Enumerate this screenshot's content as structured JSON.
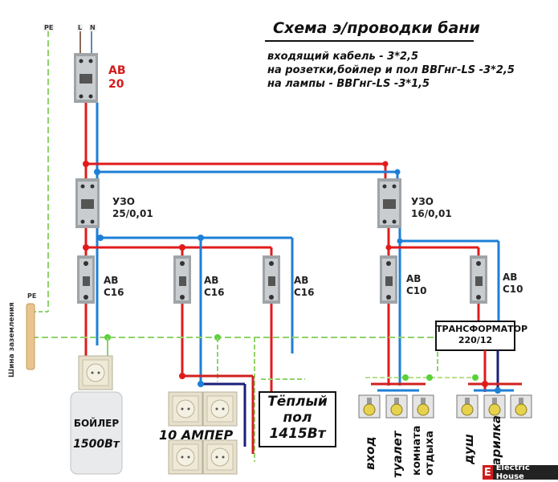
{
  "title": "Схема э/проводки бани",
  "specs": [
    "входящий кабель - 3*2,5",
    "на розетки,бойлер и пол ВВГнг-LS -3*2,5",
    "на лампы - ВВГнг-LS -3*1,5"
  ],
  "inputs": {
    "pe": "PE",
    "l": "L",
    "n": "N"
  },
  "main_breaker": {
    "line1": "АВ",
    "line2": "20"
  },
  "rcd_left": {
    "line1": "УЗО",
    "line2": "25/0,01"
  },
  "rcd_right": {
    "line1": "УЗО",
    "line2": "16/0,01"
  },
  "breakers": [
    {
      "line1": "АВ",
      "line2": "С16"
    },
    {
      "line1": "АВ",
      "line2": "С16"
    },
    {
      "line1": "АВ",
      "line2": "С16"
    },
    {
      "line1": "АВ",
      "line2": "С10"
    },
    {
      "line1": "АВ",
      "line2": "С10"
    }
  ],
  "ground_bus": {
    "label": "PE",
    "caption": "Шина заземления"
  },
  "transformer": {
    "line1": "ТРАНСФОРМАТОР",
    "line2": "220/12"
  },
  "boiler": {
    "line1": "БОЙЛЕР",
    "line2": "1500Вт"
  },
  "sockets_label": "10 АМПЕР",
  "floor": {
    "line1": "Тёплый",
    "line2": "пол",
    "line3": "1415Вт"
  },
  "lamps": [
    "вход",
    "туалет",
    "комната",
    "отдыха",
    "душ",
    "парилка"
  ],
  "brand": {
    "letter": "E",
    "name": "Electric House"
  },
  "colors": {
    "phase": "#e01b1b",
    "neutral": "#1e7fd6",
    "ground": "#6ccf4a",
    "neutral_dark": "#1a1f7a"
  }
}
